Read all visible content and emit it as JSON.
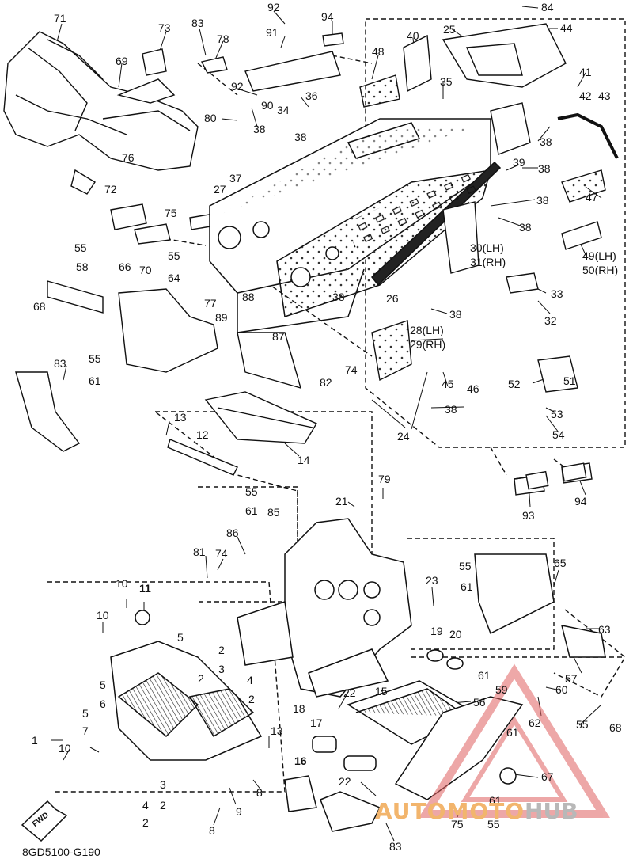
{
  "diagram": {
    "drawing_code": "8GD5100-G190",
    "fwd_label": "FWD",
    "watermark": {
      "brand_auto": "AUTO",
      "brand_moto": "MOTO",
      "brand_hub": "HUB"
    },
    "callouts": [
      {
        "id": "c71",
        "label": "71"
      },
      {
        "id": "c73",
        "label": "73"
      },
      {
        "id": "c83a",
        "label": "83"
      },
      {
        "id": "c78",
        "label": "78"
      },
      {
        "id": "c92a",
        "label": "92"
      },
      {
        "id": "c91",
        "label": "91"
      },
      {
        "id": "c94a",
        "label": "94"
      },
      {
        "id": "c84",
        "label": "84"
      },
      {
        "id": "c44",
        "label": "44"
      },
      {
        "id": "c25",
        "label": "25"
      },
      {
        "id": "c40",
        "label": "40"
      },
      {
        "id": "c48",
        "label": "48"
      },
      {
        "id": "c69",
        "label": "69"
      },
      {
        "id": "c92b",
        "label": "92"
      },
      {
        "id": "c90",
        "label": "90"
      },
      {
        "id": "c36",
        "label": "36"
      },
      {
        "id": "c34",
        "label": "34"
      },
      {
        "id": "c35",
        "label": "35"
      },
      {
        "id": "c41",
        "label": "41"
      },
      {
        "id": "c42",
        "label": "42"
      },
      {
        "id": "c43",
        "label": "43"
      },
      {
        "id": "c80",
        "label": "80"
      },
      {
        "id": "c38a",
        "label": "38"
      },
      {
        "id": "c38b",
        "label": "38"
      },
      {
        "id": "c38c",
        "label": "38"
      },
      {
        "id": "c76",
        "label": "76"
      },
      {
        "id": "c39",
        "label": "39"
      },
      {
        "id": "c38d",
        "label": "38"
      },
      {
        "id": "c37",
        "label": "37"
      },
      {
        "id": "c72",
        "label": "72"
      },
      {
        "id": "c27",
        "label": "27"
      },
      {
        "id": "c38e",
        "label": "38"
      },
      {
        "id": "c47",
        "label": "47"
      },
      {
        "id": "c75a",
        "label": "75"
      },
      {
        "id": "c38f",
        "label": "38"
      },
      {
        "id": "c55a",
        "label": "55"
      },
      {
        "id": "c58",
        "label": "58"
      },
      {
        "id": "c70",
        "label": "70"
      },
      {
        "id": "c30",
        "label": "30(LH)"
      },
      {
        "id": "c31",
        "label": "31(RH)"
      },
      {
        "id": "c49",
        "label": "49(LH)"
      },
      {
        "id": "c50",
        "label": "50(RH)"
      },
      {
        "id": "c55b",
        "label": "55"
      },
      {
        "id": "c64",
        "label": "64"
      },
      {
        "id": "c66",
        "label": "66"
      },
      {
        "id": "c68a",
        "label": "68"
      },
      {
        "id": "c77",
        "label": "77"
      },
      {
        "id": "c88",
        "label": "88"
      },
      {
        "id": "c38g",
        "label": "38"
      },
      {
        "id": "c26",
        "label": "26"
      },
      {
        "id": "c33",
        "label": "33"
      },
      {
        "id": "c38h",
        "label": "38"
      },
      {
        "id": "c32",
        "label": "32"
      },
      {
        "id": "c89",
        "label": "89"
      },
      {
        "id": "c87",
        "label": "87"
      },
      {
        "id": "c28",
        "label": "28(LH)"
      },
      {
        "id": "c29",
        "label": "29(RH)"
      },
      {
        "id": "c55c",
        "label": "55"
      },
      {
        "id": "c61a",
        "label": "61"
      },
      {
        "id": "c83b",
        "label": "83"
      },
      {
        "id": "c74a",
        "label": "74"
      },
      {
        "id": "c82",
        "label": "82"
      },
      {
        "id": "c45",
        "label": "45"
      },
      {
        "id": "c46",
        "label": "46"
      },
      {
        "id": "c52",
        "label": "52"
      },
      {
        "id": "c51",
        "label": "51"
      },
      {
        "id": "c38i",
        "label": "38"
      },
      {
        "id": "c53",
        "label": "53"
      },
      {
        "id": "c13a",
        "label": "13"
      },
      {
        "id": "c12",
        "label": "12"
      },
      {
        "id": "c14",
        "label": "14"
      },
      {
        "id": "c24",
        "label": "24"
      },
      {
        "id": "c54",
        "label": "54"
      },
      {
        "id": "c93",
        "label": "93"
      },
      {
        "id": "c94b",
        "label": "94"
      },
      {
        "id": "c55d",
        "label": "55"
      },
      {
        "id": "c61b",
        "label": "61"
      },
      {
        "id": "c85",
        "label": "85"
      },
      {
        "id": "c79",
        "label": "79"
      },
      {
        "id": "c21",
        "label": "21"
      },
      {
        "id": "c86",
        "label": "86"
      },
      {
        "id": "c81",
        "label": "81"
      },
      {
        "id": "c74b",
        "label": "74"
      },
      {
        "id": "c65",
        "label": "65"
      },
      {
        "id": "c55e",
        "label": "55"
      },
      {
        "id": "c61c",
        "label": "61"
      },
      {
        "id": "c10a",
        "label": "10"
      },
      {
        "id": "c11",
        "label": "11"
      },
      {
        "id": "c23",
        "label": "23"
      },
      {
        "id": "c63",
        "label": "63"
      },
      {
        "id": "c10b",
        "label": "10"
      },
      {
        "id": "c5a",
        "label": "5"
      },
      {
        "id": "c19",
        "label": "19"
      },
      {
        "id": "c20",
        "label": "20"
      },
      {
        "id": "c57",
        "label": "57"
      },
      {
        "id": "c2a",
        "label": "2"
      },
      {
        "id": "c3a",
        "label": "3"
      },
      {
        "id": "c2b",
        "label": "2"
      },
      {
        "id": "c4a",
        "label": "4"
      },
      {
        "id": "c2c",
        "label": "2"
      },
      {
        "id": "c5b",
        "label": "5"
      },
      {
        "id": "c6",
        "label": "6"
      },
      {
        "id": "c61d",
        "label": "61"
      },
      {
        "id": "c59",
        "label": "59"
      },
      {
        "id": "c60",
        "label": "60"
      },
      {
        "id": "c22a",
        "label": "22"
      },
      {
        "id": "c15",
        "label": "15"
      },
      {
        "id": "c56",
        "label": "56"
      },
      {
        "id": "c5c",
        "label": "5"
      },
      {
        "id": "c7",
        "label": "7"
      },
      {
        "id": "c1",
        "label": "1"
      },
      {
        "id": "c18",
        "label": "18"
      },
      {
        "id": "c62",
        "label": "62"
      },
      {
        "id": "c55f",
        "label": "55"
      },
      {
        "id": "c68b",
        "label": "68"
      },
      {
        "id": "c13b",
        "label": "13"
      },
      {
        "id": "c61e",
        "label": "61"
      },
      {
        "id": "c10c",
        "label": "10"
      },
      {
        "id": "c17",
        "label": "17"
      },
      {
        "id": "c16",
        "label": "16"
      },
      {
        "id": "c67",
        "label": "67"
      },
      {
        "id": "c22b",
        "label": "22"
      },
      {
        "id": "c8a",
        "label": "8"
      },
      {
        "id": "c3b",
        "label": "3"
      },
      {
        "id": "c2d",
        "label": "2"
      },
      {
        "id": "c4b",
        "label": "4"
      },
      {
        "id": "c2e",
        "label": "2"
      },
      {
        "id": "c9",
        "label": "9"
      },
      {
        "id": "c61f",
        "label": "61"
      },
      {
        "id": "c8b",
        "label": "8"
      },
      {
        "id": "c75b",
        "label": "75"
      },
      {
        "id": "c55g",
        "label": "55"
      },
      {
        "id": "c83c",
        "label": "83"
      }
    ]
  }
}
